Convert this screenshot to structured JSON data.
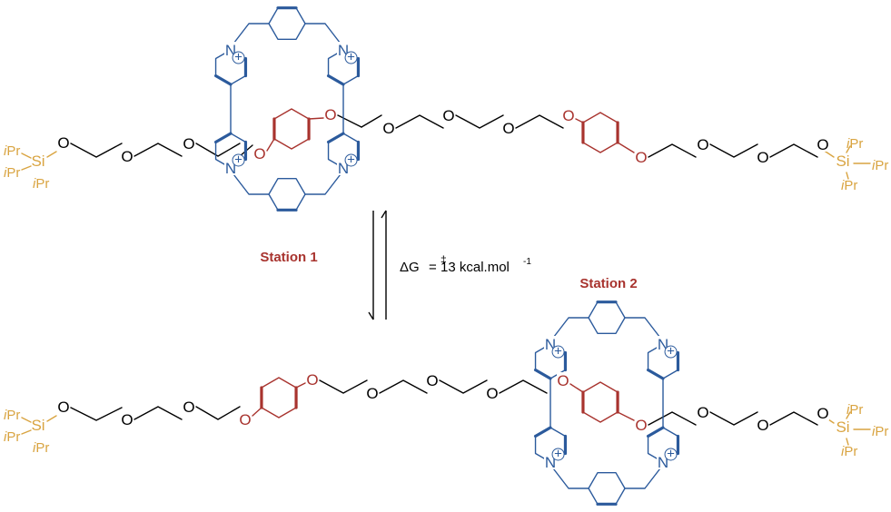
{
  "colors": {
    "silyl": "#d9a441",
    "chain": "#000000",
    "aryl": "#a8332e",
    "ring": "#2b5a9c",
    "station_label": "#a8332e"
  },
  "labels": {
    "iPr_i": "i",
    "iPr_rest": "Pr",
    "si": "Si",
    "oxygen": "O",
    "nitrogen": "N",
    "plus": "+"
  },
  "stations": {
    "station1": "Station 1",
    "station2": "Station 2"
  },
  "energy": {
    "delta_g": "ΔG",
    "dagger": "‡",
    "equals": "=",
    "value": "13 kcal.mol",
    "exponent": "-1"
  }
}
